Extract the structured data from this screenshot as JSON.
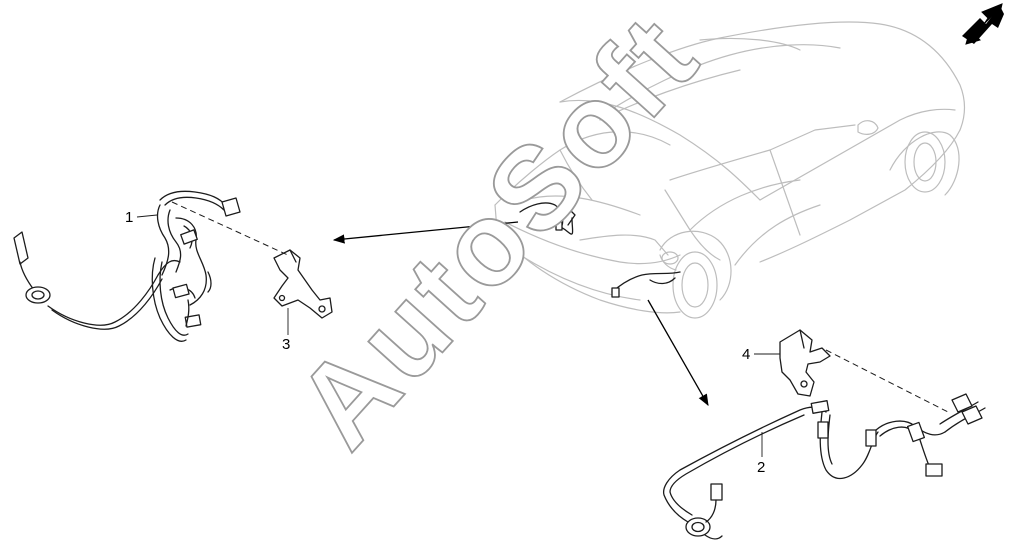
{
  "diagram": {
    "callouts": [
      {
        "id": "1",
        "label": "1"
      },
      {
        "id": "2",
        "label": "2"
      },
      {
        "id": "3",
        "label": "3"
      },
      {
        "id": "4",
        "label": "4"
      }
    ],
    "watermark": "AutoSoft",
    "orientation_icon": "front-direction-arrow-icon",
    "colors": {
      "line": "#1c1c1c",
      "vehicle_outline": "#bdbdbd",
      "watermark_fill": "#ffffff",
      "watermark_stroke": "#9a9a9a",
      "background": "#ffffff"
    }
  }
}
